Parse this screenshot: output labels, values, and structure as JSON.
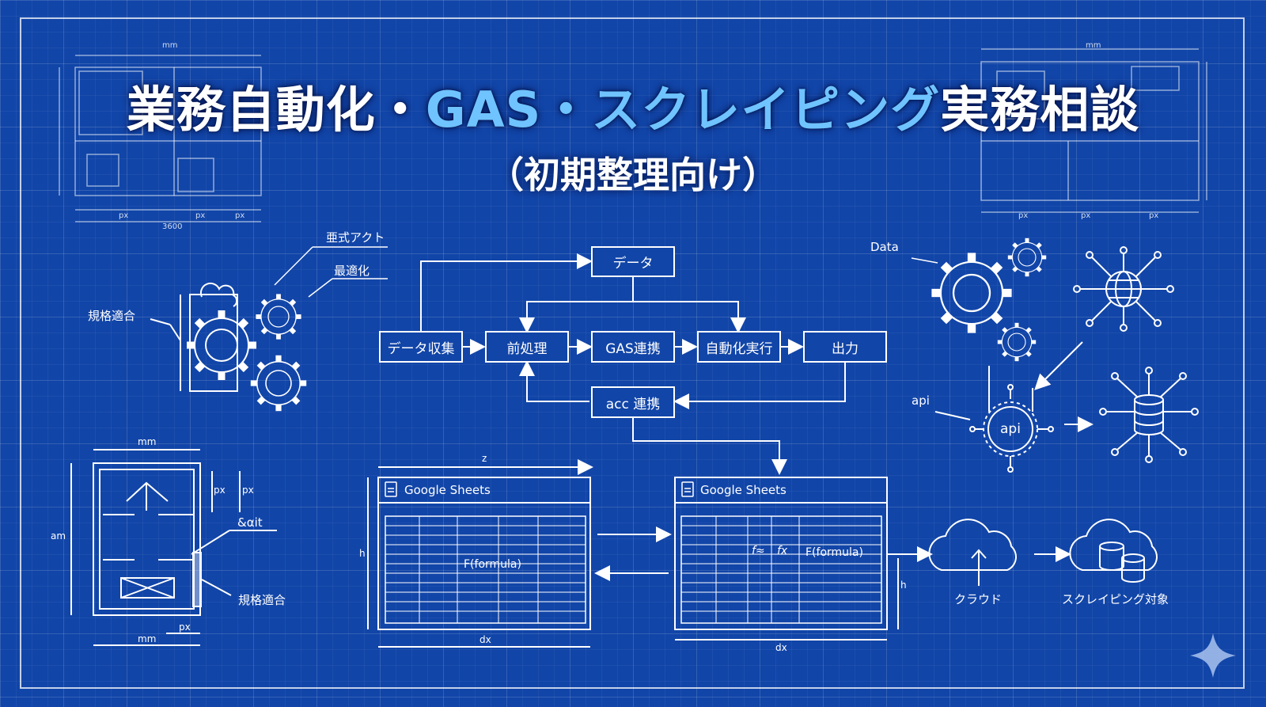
{
  "title": {
    "part1": "業務自動化・",
    "part2": "GAS・スクレイピング",
    "part3": "実務相談",
    "subtitle": "（初期整理向け）"
  },
  "flow": {
    "data_collection": "データ収集",
    "preprocess": "前処理",
    "gas": "GAS連携",
    "automation": "自動化実行",
    "output": "出力",
    "data": "データ",
    "acc": "acc 連携"
  },
  "left_labels": {
    "top_action": "亜式アクト",
    "optimize": "最適化",
    "compliance": "規格適合",
    "compliance2": "規格適合",
    "aait": "&αit",
    "px1": "px",
    "px2": "px",
    "px3": "px",
    "mm_top": "mm",
    "mm_bottom": "mm",
    "am": "am"
  },
  "sheets": {
    "left_title": "Google Sheets",
    "right_title": "Google Sheets",
    "formula_left": "F(formula)",
    "formula_right": "F(formula)",
    "fx1": "f≈",
    "fx2": "fx",
    "z": "z",
    "h_left": "h",
    "dx_left": "dx",
    "h_right": "h",
    "dx_right": "dx"
  },
  "right": {
    "data": "Data",
    "api_label": "api",
    "api_circle": "api",
    "cloud": "クラウド",
    "scrape_target": "スクレイピング対象"
  },
  "blueprint": {
    "tl_mm": "mm",
    "tl_3600": "3600",
    "tl_px1": "px",
    "tl_px2": "px",
    "tl_px3": "px",
    "tr_mm": "mm",
    "tr_px1": "px",
    "tr_px2": "px",
    "tr_px3": "px"
  },
  "colors": {
    "background": "#1145a8",
    "line": "#ffffff",
    "accent": "#6fc3ff"
  },
  "icons": [
    "gear-icon",
    "cloud-icon",
    "globe-icon",
    "database-icon",
    "sheets-icon",
    "sparkle-icon"
  ]
}
